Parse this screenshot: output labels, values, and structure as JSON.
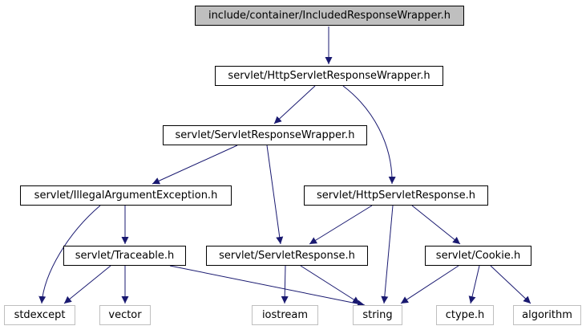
{
  "colors": {
    "edge": "#191970",
    "root_fill": "#bfbfbf",
    "external_border": "#bfbfbf"
  },
  "nodes": {
    "n0": "include/container/IncludedResponseWrapper.h",
    "n1": "servlet/HttpServletResponseWrapper.h",
    "n2": "servlet/ServletResponseWrapper.h",
    "n3": "servlet/IllegalArgumentException.h",
    "n4": "servlet/HttpServletResponse.h",
    "n5": "servlet/Traceable.h",
    "n6": "servlet/ServletResponse.h",
    "n7": "servlet/Cookie.h",
    "n8": "stdexcept",
    "n9": "vector",
    "n10": "iostream",
    "n11": "string",
    "n12": "ctype.h",
    "n13": "algorithm"
  }
}
